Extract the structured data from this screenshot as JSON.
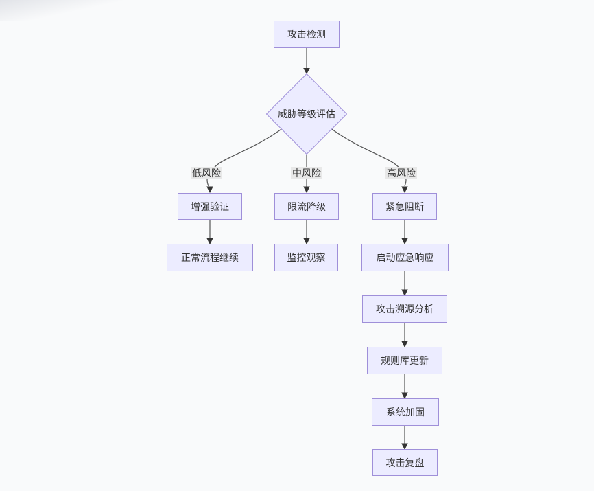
{
  "diagram": {
    "type": "flowchart",
    "direction": "top-down",
    "colors": {
      "background": "#f9fafb",
      "node_fill": "#ececff",
      "node_border": "#9f8fd9",
      "edge_line": "#555555",
      "arrow_head": "#333333",
      "edge_label_bg": "#e8e8e8",
      "text": "#333333"
    },
    "nodes": {
      "attack_detection": "攻击检测",
      "threat_assessment": "威胁等级评估",
      "enhanced_verification": "增强验证",
      "rate_limit_downgrade": "限流降级",
      "emergency_block": "紧急阻断",
      "normal_flow_continue": "正常流程继续",
      "monitor_observe": "监控观察",
      "start_emergency_response": "启动应急响应",
      "attack_trace_analysis": "攻击溯源分析",
      "rule_base_update": "规则库更新",
      "system_hardening": "系统加固",
      "attack_review": "攻击复盘"
    },
    "edge_labels": {
      "low": "低风险",
      "medium": "中风险",
      "high": "高风险"
    },
    "edges": [
      {
        "from": "攻击检测",
        "to": "威胁等级评估",
        "label": ""
      },
      {
        "from": "威胁等级评估",
        "to": "增强验证",
        "label": "低风险"
      },
      {
        "from": "威胁等级评估",
        "to": "限流降级",
        "label": "中风险"
      },
      {
        "from": "威胁等级评估",
        "to": "紧急阻断",
        "label": "高风险"
      },
      {
        "from": "增强验证",
        "to": "正常流程继续",
        "label": ""
      },
      {
        "from": "限流降级",
        "to": "监控观察",
        "label": ""
      },
      {
        "from": "紧急阻断",
        "to": "启动应急响应",
        "label": ""
      },
      {
        "from": "启动应急响应",
        "to": "攻击溯源分析",
        "label": ""
      },
      {
        "from": "攻击溯源分析",
        "to": "规则库更新",
        "label": ""
      },
      {
        "from": "规则库更新",
        "to": "系统加固",
        "label": ""
      },
      {
        "from": "系统加固",
        "to": "攻击复盘",
        "label": ""
      }
    ]
  }
}
